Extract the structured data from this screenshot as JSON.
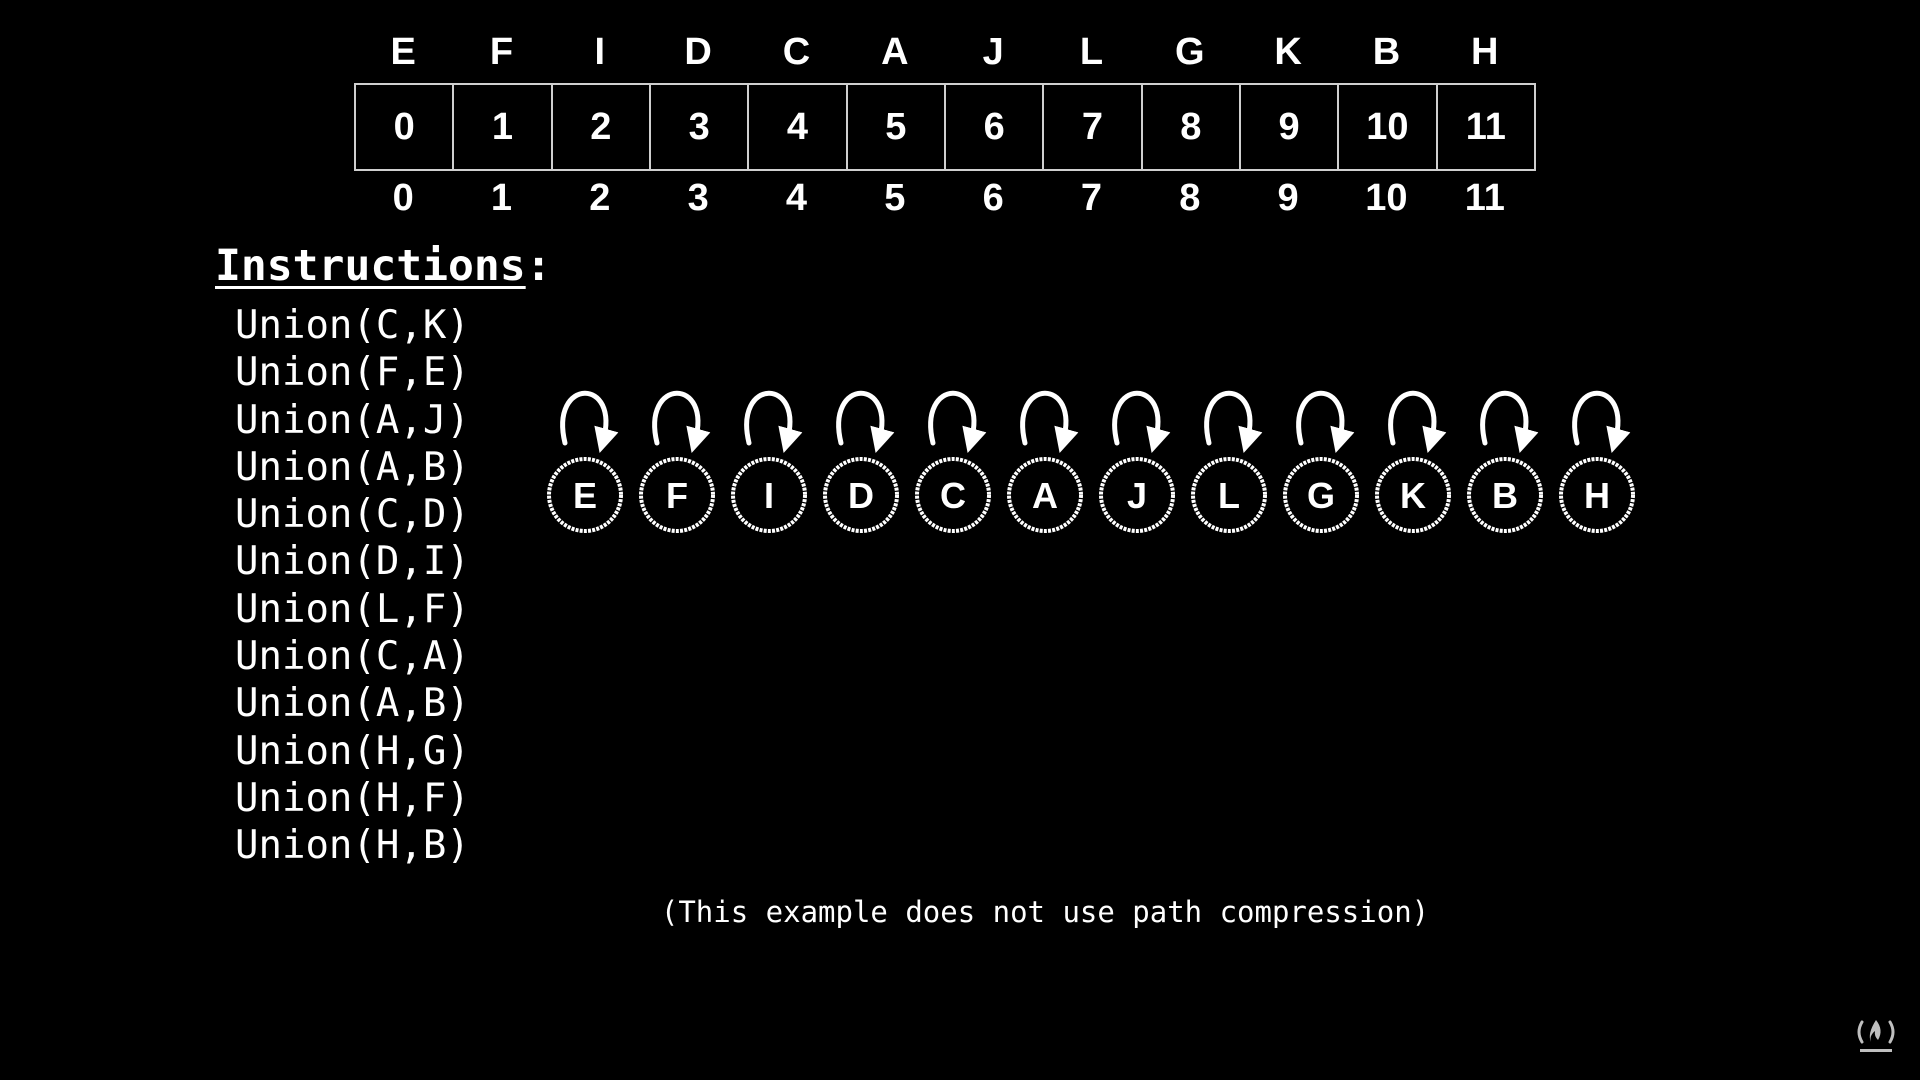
{
  "array": {
    "labels": [
      "E",
      "F",
      "I",
      "D",
      "C",
      "A",
      "J",
      "L",
      "G",
      "K",
      "B",
      "H"
    ],
    "values": [
      "0",
      "1",
      "2",
      "3",
      "4",
      "5",
      "6",
      "7",
      "8",
      "9",
      "10",
      "11"
    ],
    "indices": [
      "0",
      "1",
      "2",
      "3",
      "4",
      "5",
      "6",
      "7",
      "8",
      "9",
      "10",
      "11"
    ]
  },
  "instructions": {
    "title": "Instructions",
    "colon": ":",
    "items": [
      "Union(C,K)",
      "Union(F,E)",
      "Union(A,J)",
      "Union(A,B)",
      "Union(C,D)",
      "Union(D,I)",
      "Union(L,F)",
      "Union(C,A)",
      "Union(A,B)",
      "Union(H,G)",
      "Union(H,F)",
      "Union(H,B)"
    ]
  },
  "graph": {
    "nodes": [
      "E",
      "F",
      "I",
      "D",
      "C",
      "A",
      "J",
      "L",
      "G",
      "K",
      "B",
      "H"
    ],
    "self_loops": true
  },
  "note": "(This example does not use path compression)",
  "colors": {
    "background": "#000000",
    "foreground": "#ffffff",
    "grid": "#cfcfcf"
  },
  "icons": {
    "corner": "freecodecamp-logo-icon"
  }
}
